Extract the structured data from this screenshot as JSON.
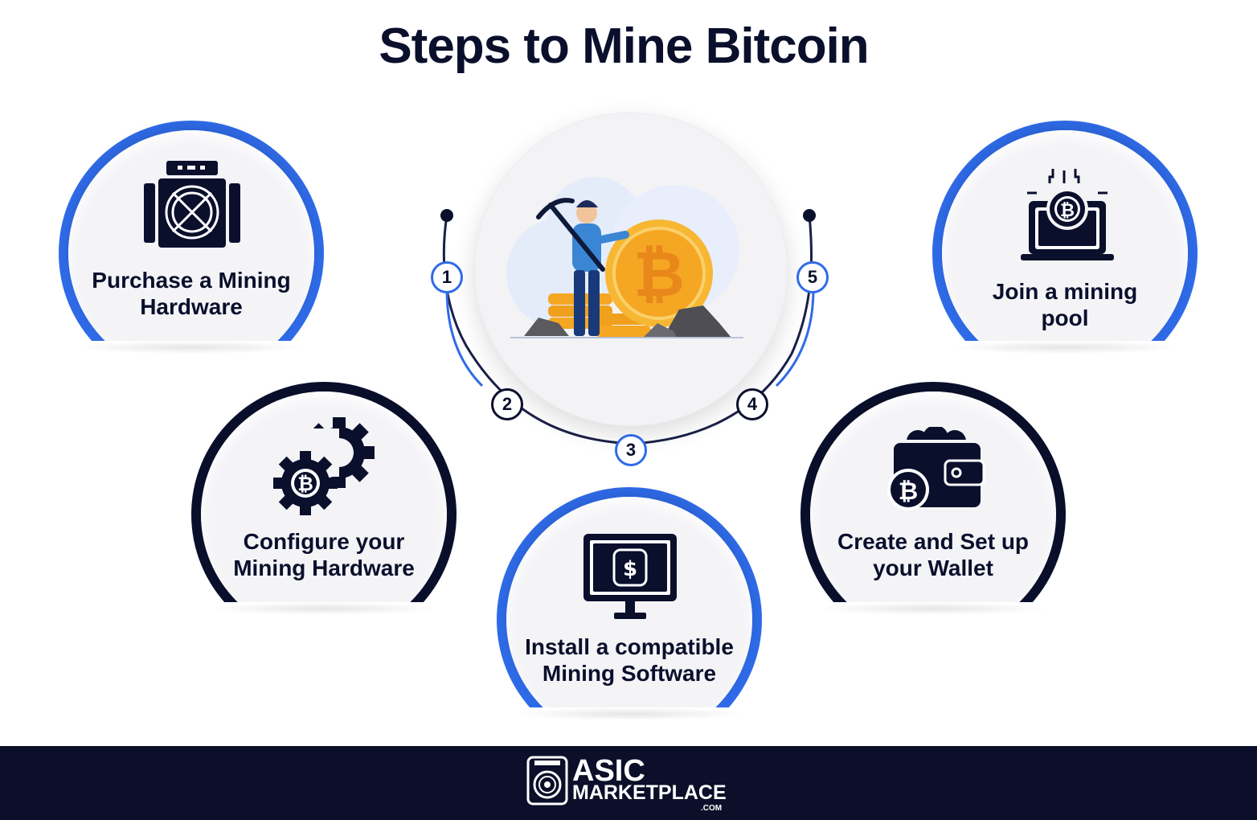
{
  "title": "Steps to Mine Bitcoin",
  "colors": {
    "navy": "#0a0f2c",
    "blue_accent": "#2f6be8",
    "card_bg": "#f4f4f7",
    "coin_gold": "#f5a623",
    "footer_bg": "#0b0f29"
  },
  "steps": [
    {
      "number": "1",
      "label_lines": [
        "Purchase a Mining",
        "Hardware"
      ],
      "icon": "asic-miner-icon",
      "ring": "blue"
    },
    {
      "number": "2",
      "label_lines": [
        "Configure your",
        "Mining Hardware"
      ],
      "icon": "gear-bitcoin-icon",
      "ring": "navy"
    },
    {
      "number": "3",
      "label_lines": [
        "Install a compatible",
        "Mining Software"
      ],
      "icon": "monitor-dollar-icon",
      "ring": "blue"
    },
    {
      "number": "4",
      "label_lines": [
        "Create and Set up",
        "your Wallet"
      ],
      "icon": "wallet-bitcoin-icon",
      "ring": "navy"
    },
    {
      "number": "5",
      "label_lines": [
        "Join a mining",
        "pool"
      ],
      "icon": "laptop-bitcoin-icon",
      "ring": "blue"
    }
  ],
  "center_illustration": "miner-with-bitcoin-coin-illustration",
  "footer": {
    "brand_line1": "ASIC",
    "brand_line2": "MARKETPLACE",
    "brand_line3": ".COM",
    "logo_icon": "asic-miner-logo-icon"
  }
}
